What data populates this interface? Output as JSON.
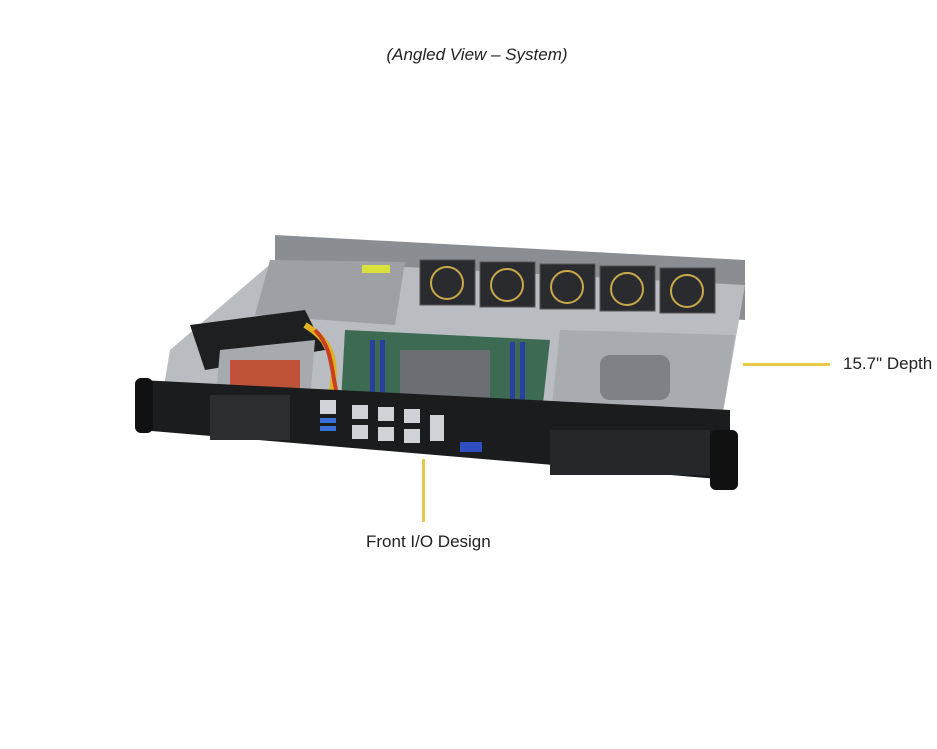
{
  "caption": "(Angled View – System)",
  "callouts": {
    "depth": "15.7\" Depth",
    "front_io": "Front I/O Design"
  },
  "image": {
    "subject": "1U rackmount server, angled view, top cover removed",
    "fan_count": 5,
    "accent_color": "#e9c94a"
  }
}
